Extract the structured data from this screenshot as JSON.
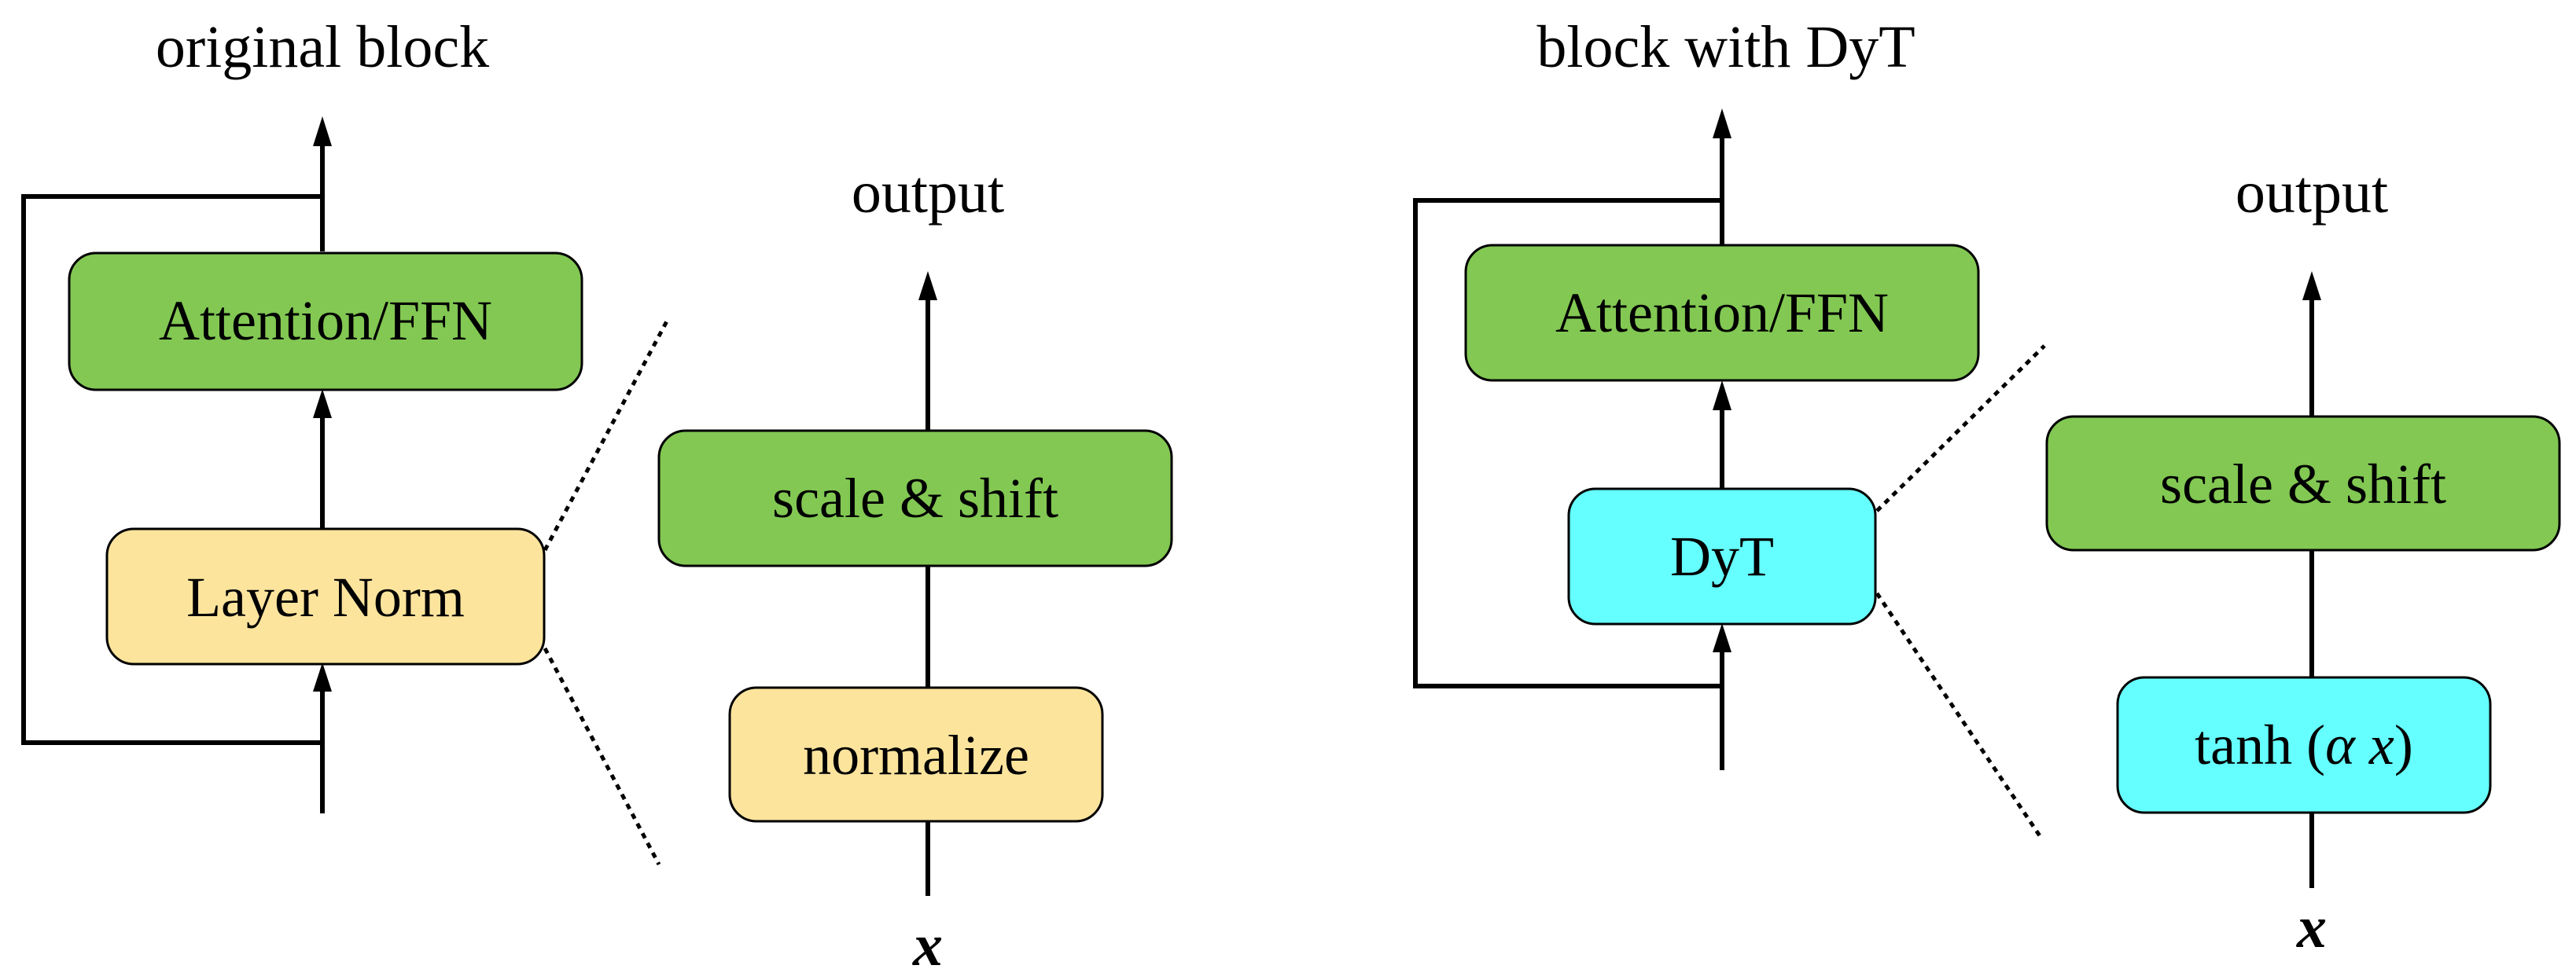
{
  "left": {
    "title": "original block",
    "top_box": "Attention/FFN",
    "norm_box": "Layer Norm",
    "detail": {
      "output_label": "output",
      "top_box": "scale & shift",
      "bottom_box": "normalize",
      "input_label": "x"
    }
  },
  "right": {
    "title": "block with DyT",
    "top_box": "Attention/FFN",
    "norm_box": "DyT",
    "detail": {
      "output_label": "output",
      "top_box": "scale & shift",
      "bottom_box_prefix": "tanh (",
      "bottom_box_alpha": "α",
      "bottom_box_x": "x",
      "bottom_box_suffix": ")",
      "input_label": "x"
    }
  },
  "colors": {
    "green": "#82c853",
    "yellow": "#fde49d",
    "cyan": "#66ffff",
    "stroke": "#000000"
  }
}
